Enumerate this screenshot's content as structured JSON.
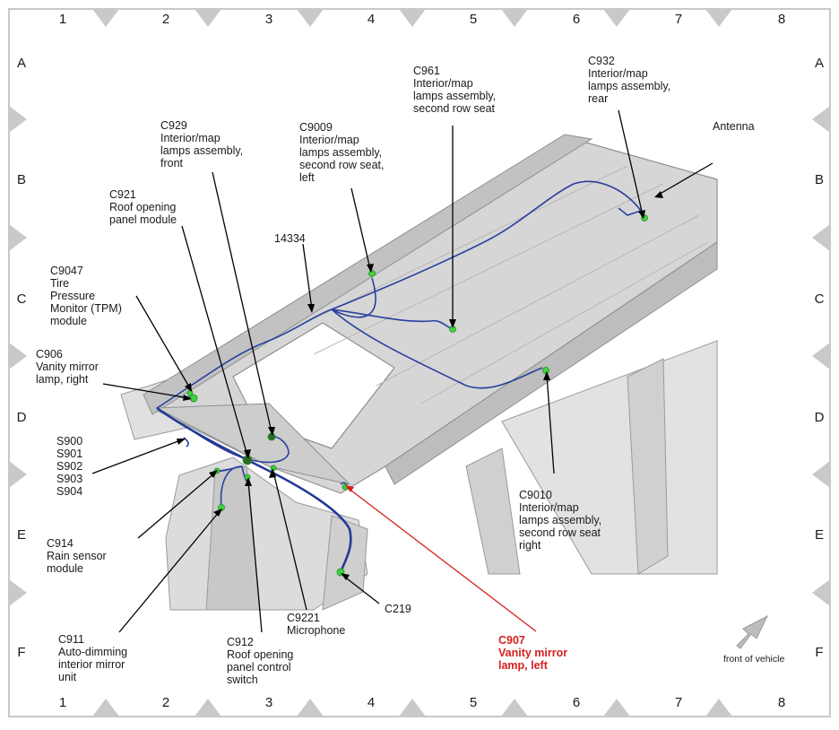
{
  "grid": {
    "columns": [
      "1",
      "2",
      "3",
      "4",
      "5",
      "6",
      "7",
      "8"
    ],
    "rows": [
      "A",
      "B",
      "C",
      "D",
      "E",
      "F"
    ]
  },
  "labels": {
    "c961": "C961\nInterior/map\nlamps assembly,\nsecond row seat",
    "c932": "C932\nInterior/map\nlamps assembly,\nrear",
    "antenna": "Antenna",
    "c929": "C929\nInterior/map\nlamps assembly,\nfront",
    "c9009": "C9009\nInterior/map\nlamps assembly,\nsecond row seat,\nleft",
    "c921": "C921\nRoof opening\npanel module",
    "n14334": "14334",
    "c9047": "C9047\nTire\nPressure\nMonitor (TPM)\nmodule",
    "c906": "C906\nVanity mirror\nlamp, right",
    "splices": "S900\nS901\nS902\nS903\nS904",
    "c914": "C914\nRain sensor\nmodule",
    "c911": "C911\nAuto-dimming\ninterior mirror\nunit",
    "c912": "C912\nRoof opening\npanel control\nswitch",
    "c9221": "C9221\nMicrophone",
    "c219": "C219",
    "c907": "C907\nVanity mirror\nlamp, left",
    "c9010": "C9010\nInterior/map\nlamps assembly,\nsecond row seat\nright",
    "front_of_vehicle": "front of vehicle"
  },
  "colors": {
    "harness": "#2a3f9e",
    "connector": "#3fd23f",
    "highlight_leader": "#d42020",
    "body": "#d6d6d6",
    "body_edge": "#9a9a9a"
  }
}
